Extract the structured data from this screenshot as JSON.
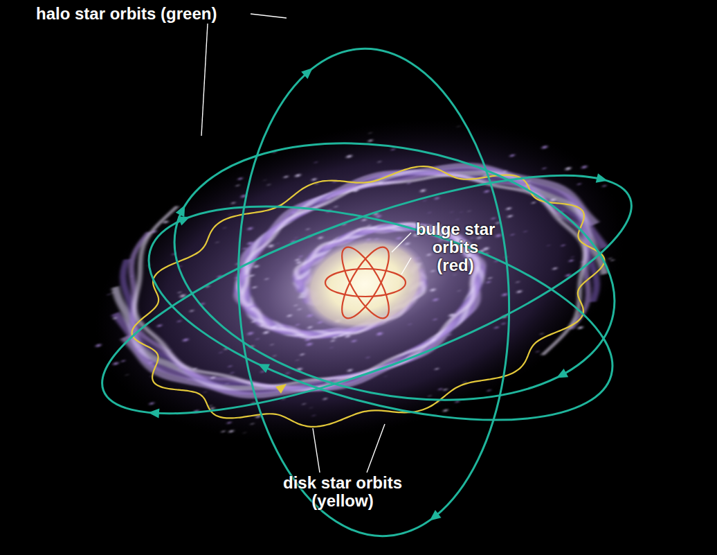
{
  "diagram": {
    "labels": [
      "halo star orbits (green)",
      "bulge star orbits (red)",
      "disk star orbits (yellow)"
    ]
  }
}
